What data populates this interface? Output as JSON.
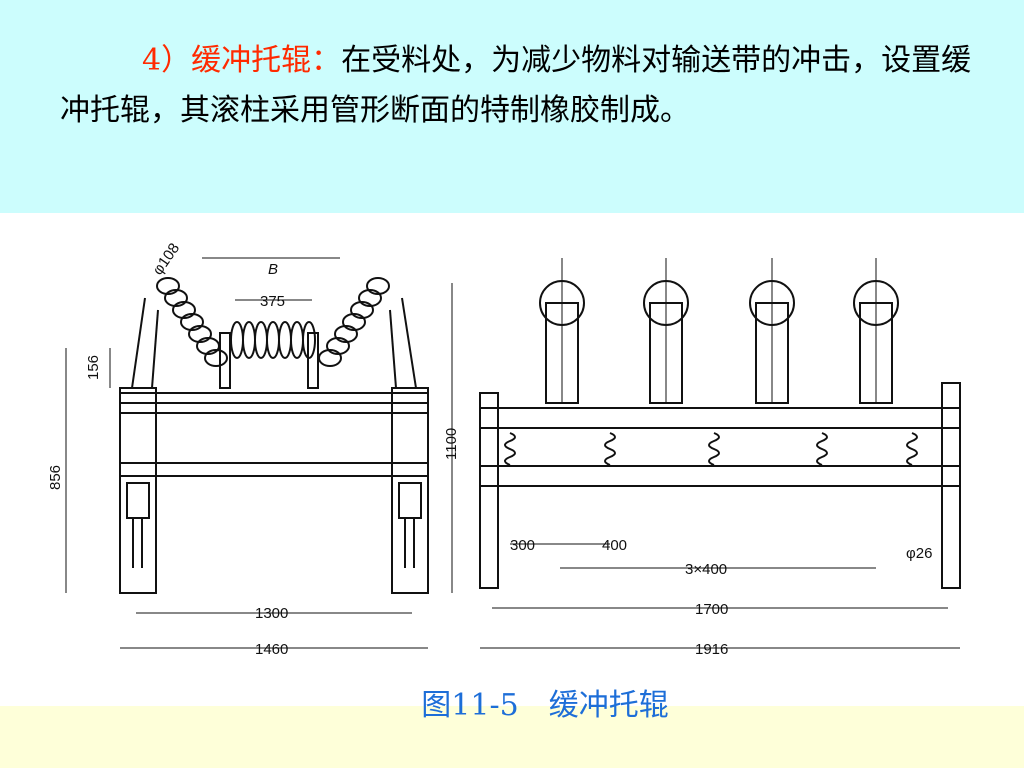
{
  "text": {
    "heading": "4）缓冲托辊：",
    "body": "在受料处，为减少物料对输送带的冲击，设置缓冲托辊，其滚柱采用管形断面的特制橡胶制成。"
  },
  "figure": {
    "caption": "图11-5　缓冲托辊",
    "labels": {
      "diam_roller": "φ108",
      "belt_width": "B",
      "center_roll": "375",
      "height_156": "156",
      "height_856": "856",
      "height_1100": "1100",
      "width_1300": "1300",
      "width_1460": "1460",
      "pitch_300": "300",
      "pitch_400": "400",
      "pitch_3x400": "3×400",
      "diam_hole": "φ26",
      "length_1700": "1700",
      "length_1916": "1916"
    }
  },
  "colors": {
    "top_band": "#ccfdfd",
    "bottom_band": "#feffd9",
    "heading": "#ff2a00",
    "caption": "#1d6ed8"
  }
}
